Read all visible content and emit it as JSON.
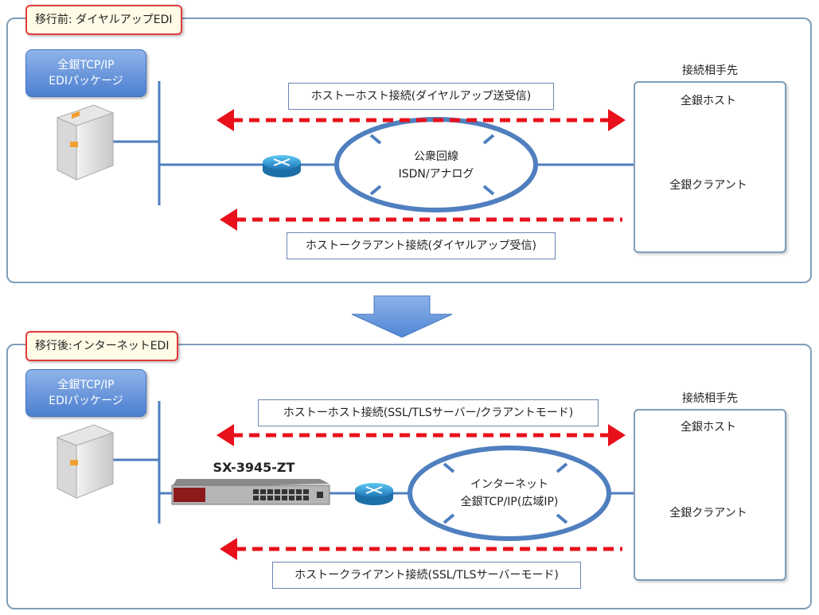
{
  "before": {
    "title": "移行前: ダイヤルアップEDI",
    "package": [
      "全銀TCP/IP",
      "EDIパッケージ"
    ],
    "network": [
      "公衆回線",
      "ISDN/アナログ"
    ],
    "host_link": "ホストーホスト接続(ダイヤルアップ送受信)",
    "client_link": "ホストークラアント接続(ダイヤルアップ受信)",
    "partner_title": "接続相手先",
    "partner_host": "全銀ホスト",
    "partner_client": "全銀クラアント"
  },
  "after": {
    "title": "移行後:インターネットEDI",
    "package": [
      "全銀TCP/IP",
      "EDIパッケージ"
    ],
    "device": "SX-3945-ZT",
    "network": [
      "インターネット",
      "全銀TCP/IP(広域IP)"
    ],
    "host_link": "ホストーホスト接続(SSL/TLSサーバー/クラアントモード)",
    "client_link": "ホストークライアント接続(SSL/TLSサーバーモード)",
    "partner_title": "接続相手先",
    "partner_host": "全銀ホスト",
    "partner_client": "全銀クラアント"
  },
  "colors": {
    "arrow": "#e8101a",
    "line": "#4f7fbf",
    "down_arrow": "#5b8fd6"
  },
  "icons": [
    "server-icon",
    "router-icon",
    "pc-icon",
    "switch-device-icon",
    "down-arrow-icon"
  ]
}
